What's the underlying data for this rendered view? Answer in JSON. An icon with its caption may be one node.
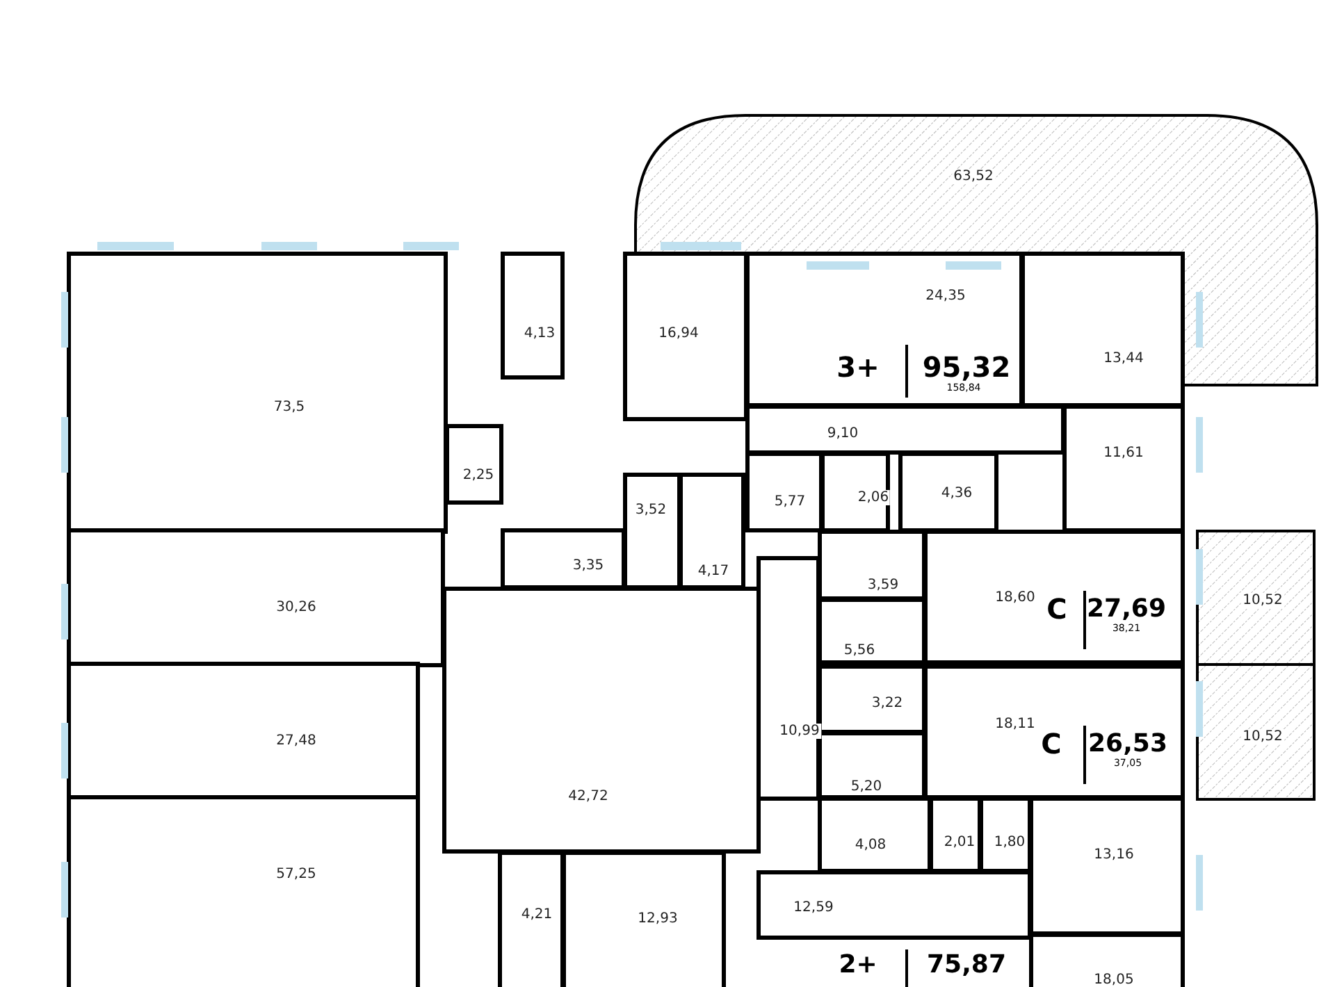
{
  "diagram": {
    "nodes": [
      {
        "text": [
          "63,52"
        ]
      },
      {
        "text": [
          "73,5"
        ]
      },
      {
        "text": [
          "30,26"
        ]
      },
      {
        "text": [
          "27,48"
        ]
      },
      {
        "text": [
          "57,25"
        ]
      },
      {
        "text": [
          "4,13"
        ]
      },
      {
        "text": [
          "2,25"
        ]
      },
      {
        "text": [
          "3,35"
        ]
      },
      {
        "text": [
          "42,72"
        ]
      },
      {
        "text": [
          "4,21"
        ]
      },
      {
        "text": [
          "12,93"
        ]
      },
      {
        "text": [
          "16,94"
        ]
      },
      {
        "text": [
          "24,35"
        ]
      },
      {
        "text": [
          "13,44"
        ]
      },
      {
        "text": [
          "11,61"
        ]
      },
      {
        "text": [
          "9,10"
        ]
      },
      {
        "text": [
          "5,77"
        ]
      },
      {
        "text": [
          "2,06"
        ]
      },
      {
        "text": [
          "4,36"
        ]
      },
      {
        "text": [
          "3,52"
        ]
      },
      {
        "text": [
          "4,17"
        ]
      },
      {
        "text": [
          "3,59"
        ]
      },
      {
        "text": [
          "18,60"
        ]
      },
      {
        "text": [
          "5,56"
        ]
      },
      {
        "text": [
          "3,22"
        ]
      },
      {
        "text": [
          "18,11"
        ]
      },
      {
        "text": [
          "5,20"
        ]
      },
      {
        "text": [
          "10,99"
        ]
      },
      {
        "text": [
          "10,52"
        ]
      },
      {
        "text": [
          "10,52"
        ]
      },
      {
        "text": [
          "4,08"
        ]
      },
      {
        "text": [
          "2,01"
        ]
      },
      {
        "text": [
          "1,80"
        ]
      },
      {
        "text": [
          "13,16"
        ]
      },
      {
        "text": [
          "12,59"
        ]
      },
      {
        "text": [
          "18,05"
        ]
      }
    ],
    "labels": [
      "3+",
      "95,32",
      "158,84",
      "С",
      "27,69",
      "38,21",
      "С",
      "26,53",
      "37,05",
      "2+",
      "75,87"
    ]
  }
}
